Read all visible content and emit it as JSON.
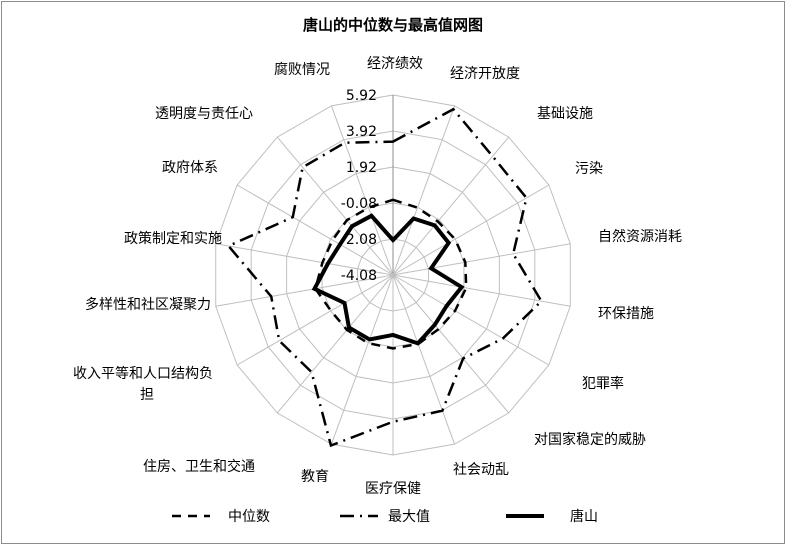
{
  "chart_data": {
    "type": "radar",
    "title": "唐山的中位数与最高值网图",
    "categories": [
      "经济绩效",
      "经济开放度",
      "基础设施",
      "污染",
      "自然资源消耗",
      "环保措施",
      "犯罪率",
      "对国家稳定的威胁",
      "社会动乱",
      "医疗保健",
      "教育",
      "住房、卫生和交通",
      "收入平等和人口结构负担",
      "多样性和社区凝聚力",
      "政策制定和实施",
      "政府体系",
      "透明度与责任心",
      "腐败情况"
    ],
    "axis": {
      "min": -4.08,
      "max": 5.92,
      "ticks": [
        -4.08,
        -2.08,
        -0.08,
        1.92,
        3.92,
        5.92
      ],
      "tick_labels": [
        "-4.08",
        "-2.08",
        "-0.08",
        "1.92",
        "3.92",
        "5.92"
      ]
    },
    "series": [
      {
        "name": "中位数",
        "style": "dashed",
        "values": [
          0.1,
          -0.1,
          -0.2,
          -0.1,
          0.0,
          0.05,
          -0.1,
          -0.15,
          0.0,
          0.0,
          -0.05,
          -0.1,
          -0.1,
          0.3,
          -0.1,
          -0.2,
          -0.1,
          -0.1
        ]
      },
      {
        "name": "最大值",
        "style": "dash-dot",
        "values": [
          3.33,
          5.72,
          4.53,
          4.48,
          2.7,
          4.29,
          2.97,
          1.98,
          3.94,
          4.07,
          6.0,
          2.96,
          3.22,
          2.79,
          5.2,
          2.35,
          3.73,
          3.74
        ]
      },
      {
        "name": "唐山",
        "style": "solid",
        "values": [
          -2.14,
          -0.74,
          -0.48,
          -0.51,
          -1.93,
          -0.21,
          -0.64,
          -0.47,
          -0.04,
          -0.75,
          -0.27,
          -0.27,
          -0.97,
          0.35,
          -0.41,
          -0.68,
          -0.54,
          -0.58
        ]
      }
    ],
    "legend": "bottom",
    "grid": true,
    "line_color": "#000000",
    "grid_color": "#bfbfbf"
  }
}
